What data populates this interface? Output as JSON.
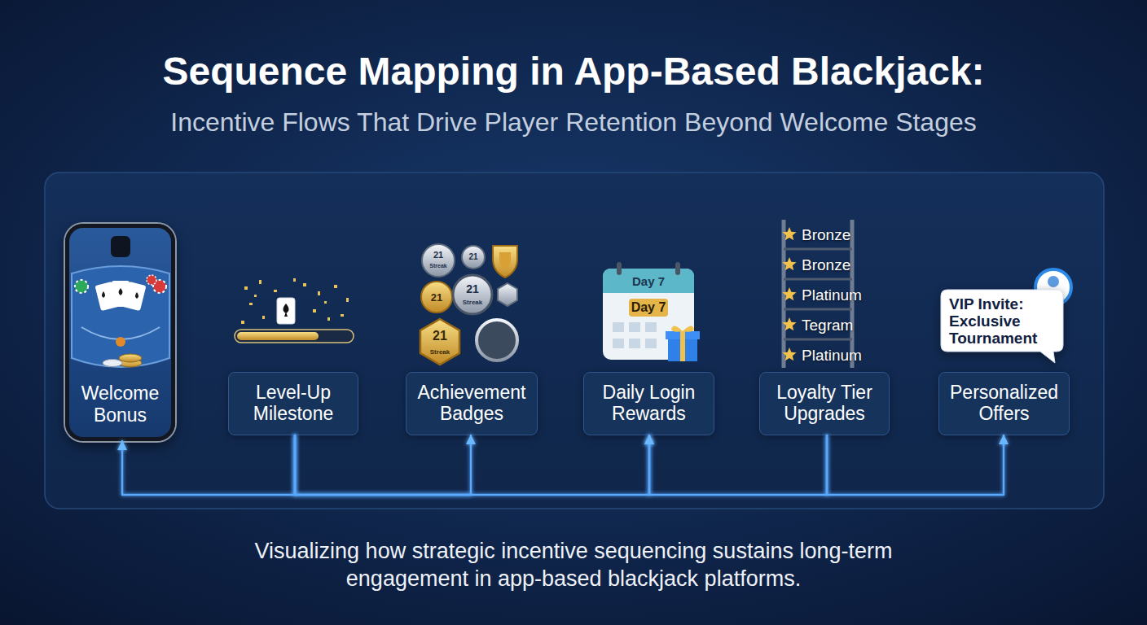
{
  "diagram": {
    "title": "Sequence Mapping in App-Based Blackjack:",
    "caption": "Visualizing how strategic incentive sequencing sustains long-term engagement in app-based blackjack platforms.",
    "nodes": [
      {
        "text": [
          "Welcome Bonus"
        ]
      },
      {
        "text": [
          "Level-Up Milestone"
        ]
      },
      {
        "text": [
          "Achievement Badges"
        ]
      },
      {
        "text": [
          "Daily Login Rewards"
        ]
      },
      {
        "text": [
          "Loyalty Tier Upgrades"
        ]
      },
      {
        "text": [
          "VIP Invite: Exclusive Tournament"
        ]
      },
      {
        "text": [
          "Personalized Offers"
        ]
      }
    ],
    "edges": [
      {
        "from": 0,
        "to": 1,
        "arrow": "to"
      },
      {
        "from": 1,
        "to": 2,
        "arrow": "to"
      },
      {
        "from": 2,
        "to": 3,
        "arrow": "to"
      },
      {
        "from": 3,
        "to": 4,
        "arrow": "to"
      },
      {
        "from": 4,
        "to": 6,
        "arrow": "to"
      },
      {
        "from": 1,
        "to": 0,
        "arrow": "to"
      },
      {
        "from": 1,
        "to": 2,
        "arrow": "to"
      },
      {
        "from": 1,
        "to": 3,
        "arrow": "to"
      },
      {
        "from": 4,
        "to": 3,
        "arrow": "to"
      },
      {
        "from": 4,
        "to": 6,
        "arrow": "to"
      }
    ],
    "labels": [
      "Incentive Flows That Drive Player Retention Beyond Welcome Stages",
      "21",
      "Streak",
      "21",
      "21",
      "21",
      "Streak",
      "21",
      "Streak",
      "Day 7",
      "Day 7",
      "Bronze",
      "Bronze",
      "Platinum",
      "Tegram",
      "Platinum"
    ]
  }
}
